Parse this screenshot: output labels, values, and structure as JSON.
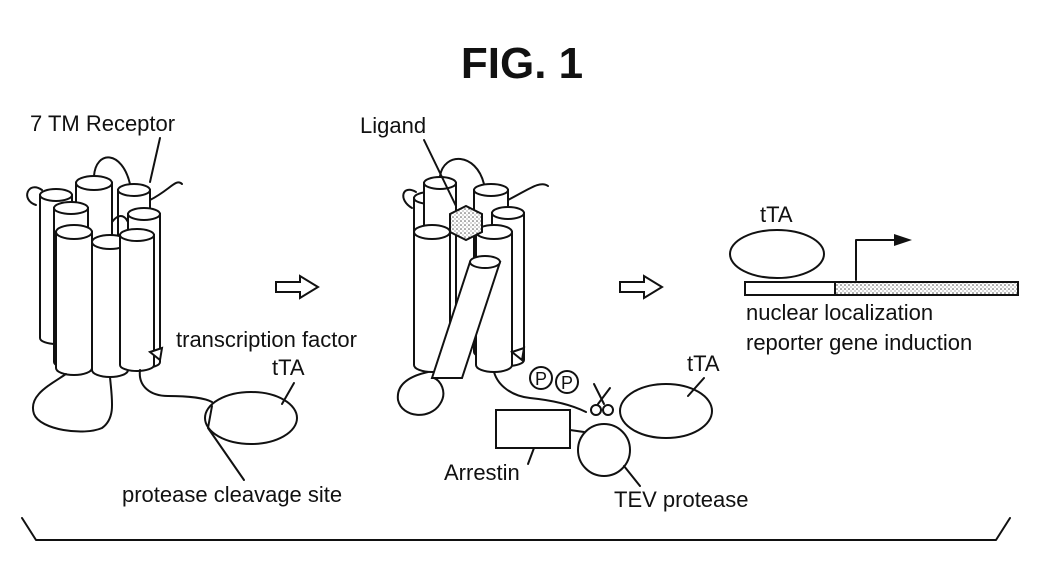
{
  "figure": {
    "title": "FIG. 1",
    "labels": {
      "receptor": "7 TM Receptor",
      "ligand": "Ligand",
      "transcription_factor": "transcription factor",
      "tta_1": "tTA",
      "tta_2": "tTA",
      "tta_3": "tTA",
      "protease_site": "protease cleavage site",
      "arrestin": "Arrestin",
      "tev_protease": "TEV protease",
      "phospho_1": "P",
      "phospho_2": "P",
      "nuclear_localization": "nuclear localization",
      "reporter_induction": "reporter gene induction"
    },
    "icons": [
      "scissors-icon",
      "arrow-right-icon",
      "promoter-arrow-icon"
    ]
  }
}
